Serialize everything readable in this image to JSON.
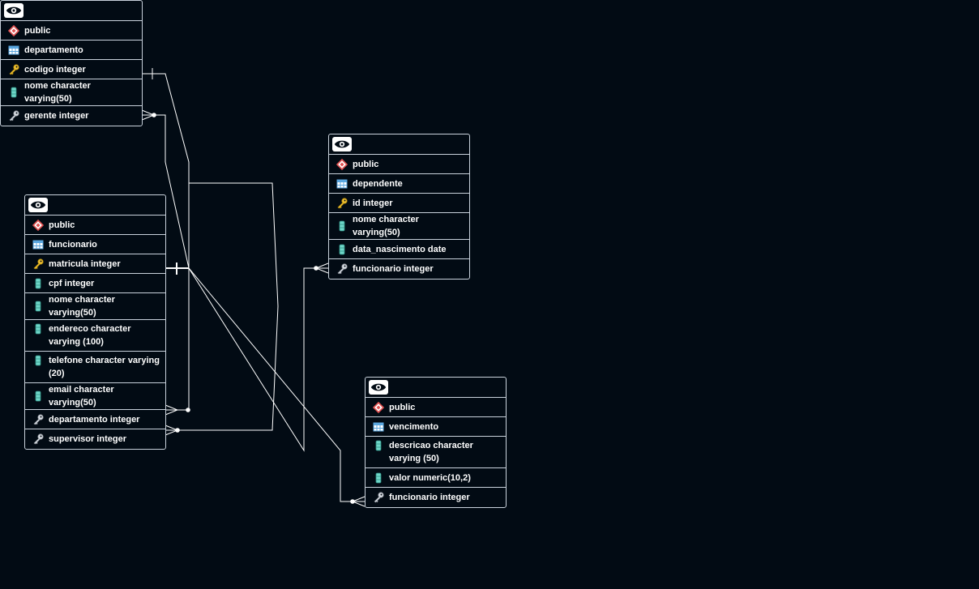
{
  "tables": {
    "departamento": {
      "schema": "public",
      "name": "departamento",
      "columns": [
        "codigo integer",
        "nome character varying(50)",
        "gerente integer"
      ]
    },
    "funcionario": {
      "schema": "public",
      "name": "funcionario",
      "columns": [
        "matricula integer",
        "cpf integer",
        "nome character varying(50)",
        "endereco character varying (100)",
        "telefone character varying (20)",
        "email character varying(50)",
        "departamento integer",
        "supervisor integer"
      ]
    },
    "dependente": {
      "schema": "public",
      "name": "dependente",
      "columns": [
        "id integer",
        "nome character varying(50)",
        "data_nascimento date",
        "funcionario integer"
      ]
    },
    "vencimento": {
      "schema": "public",
      "name": "vencimento",
      "columns": [
        "descricao character varying (50)",
        "valor numeric(10,2)",
        "funcionario integer"
      ]
    }
  },
  "icons": {
    "view": "eye-icon",
    "schema": "schema-diamond-icon",
    "table": "table-grid-icon",
    "primary_key": "primary-key-icon",
    "foreign_key": "foreign-key-icon",
    "column": "column-icon"
  },
  "colors": {
    "background": "#020b14",
    "border": "#c9d2dc",
    "text": "#ffffff",
    "key_gold": "#f2c230",
    "column_teal": "#6fd6c8",
    "table_blue": "#5aa7e0",
    "schema_red": "#e05050"
  }
}
